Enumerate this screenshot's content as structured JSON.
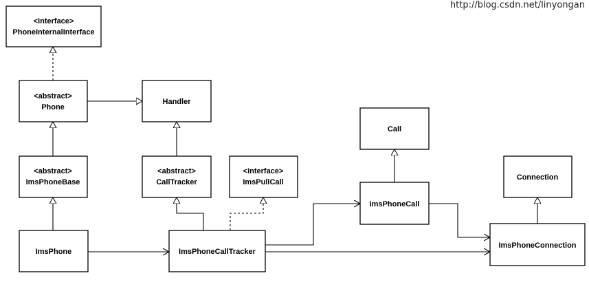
{
  "watermark": "http://blog.csdn.net/linyongan",
  "classes": {
    "phone_internal_interface": {
      "stereotype": "<interface>",
      "name": "PhoneInternalInterface"
    },
    "phone": {
      "stereotype": "<abstract>",
      "name": "Phone"
    },
    "handler": {
      "name": "Handler"
    },
    "ims_phone_base": {
      "stereotype": "<abstract>",
      "name": "ImsPhoneBase"
    },
    "call_tracker": {
      "stereotype": "<abstract>",
      "name": "CallTracker"
    },
    "ims_pull_call": {
      "stereotype": "<interface>",
      "name": "ImsPullCall"
    },
    "call": {
      "name": "Call"
    },
    "connection": {
      "name": "Connection"
    },
    "ims_phone_call": {
      "name": "ImsPhoneCall"
    },
    "ims_phone": {
      "name": "ImsPhone"
    },
    "ims_phone_call_tracker": {
      "name": "ImsPhoneCallTracker"
    },
    "ims_phone_connection": {
      "name": "ImsPhoneConnection"
    }
  },
  "relations": [
    {
      "from": "phone",
      "to": "phone_internal_interface",
      "type": "realization"
    },
    {
      "from": "phone",
      "to": "handler",
      "type": "generalization"
    },
    {
      "from": "ims_phone_base",
      "to": "phone",
      "type": "generalization"
    },
    {
      "from": "ims_phone",
      "to": "ims_phone_base",
      "type": "generalization"
    },
    {
      "from": "call_tracker",
      "to": "handler",
      "type": "generalization"
    },
    {
      "from": "ims_phone_call_tracker",
      "to": "call_tracker",
      "type": "generalization"
    },
    {
      "from": "ims_phone_call_tracker",
      "to": "ims_pull_call",
      "type": "realization"
    },
    {
      "from": "ims_phone_call",
      "to": "call",
      "type": "generalization"
    },
    {
      "from": "ims_phone_connection",
      "to": "connection",
      "type": "generalization"
    },
    {
      "from": "ims_phone",
      "to": "ims_phone_call_tracker",
      "type": "association"
    },
    {
      "from": "ims_phone_call_tracker",
      "to": "ims_phone_call",
      "type": "association"
    },
    {
      "from": "ims_phone_call_tracker",
      "to": "ims_phone_connection",
      "type": "association"
    },
    {
      "from": "ims_phone_call",
      "to": "ims_phone_connection",
      "type": "association"
    }
  ]
}
